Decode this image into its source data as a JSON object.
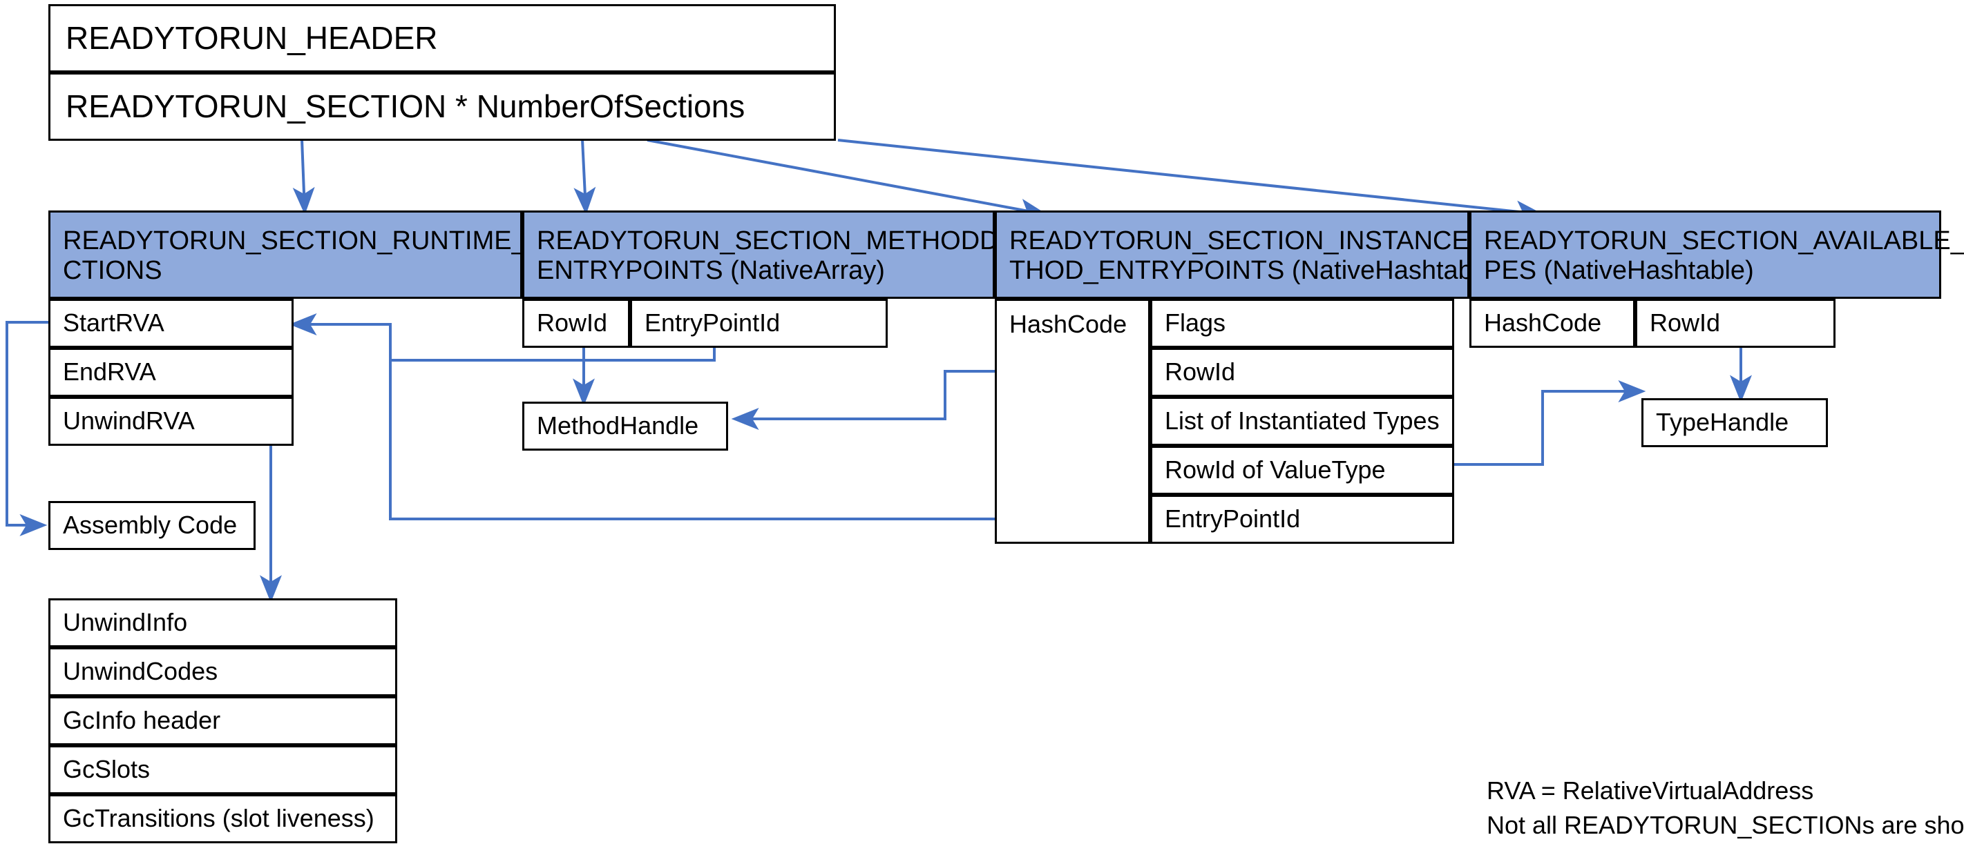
{
  "diagram": {
    "title_boxes": [
      {
        "id": "readytorun-header",
        "label": "READYTORUN_HEADER"
      },
      {
        "id": "readytorun-sections",
        "label": "READYTORUN_SECTION * NumberOfSections"
      }
    ],
    "colors": {
      "section_header_fill": "#8FAADC",
      "box_border": "#000000",
      "arrow": "#4472C4",
      "background": "#FFFFFF",
      "text": "#000000"
    },
    "sections": [
      {
        "id": "runtime-functions",
        "header": "READYTORUN_SECTION_RUNTIME_FUN\nCTIONS",
        "fields": [
          "StartRVA",
          "EndRVA",
          "UnwindRVA"
        ]
      },
      {
        "id": "methoddef-entrypoints",
        "header": "READYTORUN_SECTION_METHODDEF_\nENTRYPOINTS (NativeArray)",
        "fields": [
          "RowId",
          "EntryPointId"
        ]
      },
      {
        "id": "instance-method-entrypoints",
        "header": "READYTORUN_SECTION_INSTANCE_ME\nTHOD_ENTRYPOINTS (NativeHashtable)",
        "key_field": "HashCode",
        "fields": [
          "Flags",
          "RowId",
          "List of Instantiated Types",
          "RowId of ValueType",
          "EntryPointId"
        ]
      },
      {
        "id": "available-types",
        "header": "READYTORUN_SECTION_AVAILABLE_TY\nPES (NativeHashtable)",
        "key_field": "HashCode",
        "fields": [
          "RowId"
        ]
      }
    ],
    "targets": {
      "assembly_code": "Assembly Code",
      "method_handle": "MethodHandle",
      "type_handle": "TypeHandle"
    },
    "unwind_stack": [
      "UnwindInfo",
      "UnwindCodes",
      "GcInfo header",
      "GcSlots",
      "GcTransitions (slot liveness)"
    ],
    "legend": {
      "line1": "RVA = RelativeVirtualAddress",
      "line2": "Not all READYTORUN_SECTIONs are shown"
    }
  }
}
